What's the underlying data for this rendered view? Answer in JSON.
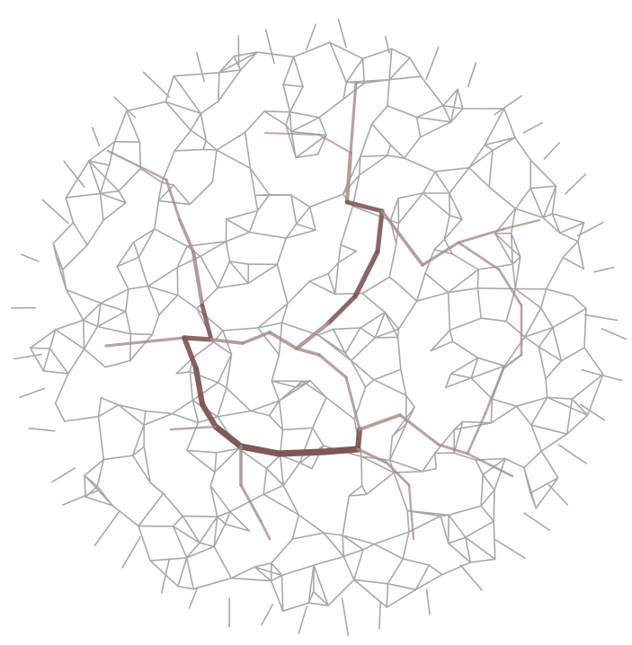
{
  "diagram": {
    "kind": "network-graph",
    "shape": "circular",
    "colors": {
      "background": "#ffffff",
      "mesh_edge": "#a8a8a8",
      "path_edge_light": "#a58c8c",
      "path_edge_dark": "#7d5656"
    },
    "mesh": {
      "density": "high",
      "seed": 7321
    },
    "highlighted_paths": {
      "description_visible": "",
      "count": 1
    }
  }
}
